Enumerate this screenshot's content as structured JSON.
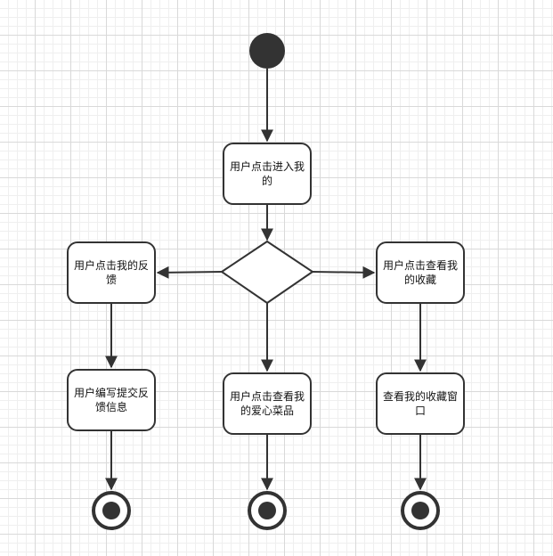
{
  "colors": {
    "stroke": "#333333",
    "fill_start": "#333333",
    "node_fill": "#ffffff"
  },
  "nodes": {
    "enter_mine": "用户点击进入我的",
    "click_feedback": "用户点击我的反馈",
    "view_favorites": "用户点击查看我的收藏",
    "write_feedback": "用户编写提交反馈信息",
    "view_loved_dishes": "用户点击查看我的爱心菜品",
    "favorites_window": "查看我的收藏窗口"
  }
}
